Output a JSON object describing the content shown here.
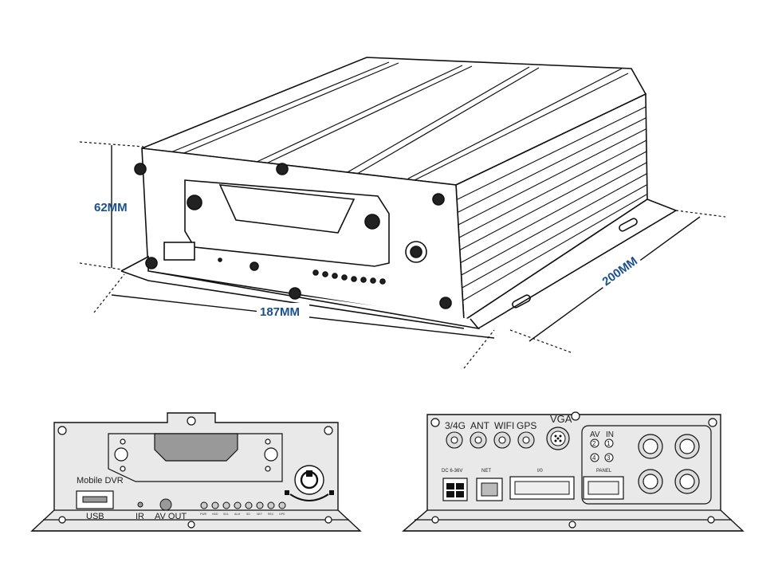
{
  "dimensions": {
    "height": "62MM",
    "width": "187MM",
    "depth": "200MM"
  },
  "front_panel": {
    "brand_label": "Mobile DVR",
    "usb_label": "USB",
    "ir_label": "IR",
    "av_out_label": "AV OUT",
    "led_labels": [
      "PWR",
      "HDD",
      "SD1",
      "ALM",
      "SD",
      "NET",
      "REC",
      "GPS"
    ],
    "lock_icon": "lock-icon",
    "unlock_icon": "unlock-icon"
  },
  "rear_panel": {
    "antenna_labels": [
      "3/4G",
      "ANT",
      "WIFI",
      "GPS"
    ],
    "vga_label": "VGA",
    "av_in_labels": {
      "av": "AV",
      "in": "IN",
      "channels": [
        "2",
        "1",
        "4",
        "3"
      ]
    },
    "dc_label": "DC 6-36V",
    "net_label": "NET",
    "io_label": "I/0",
    "panel_label": "PANEL"
  },
  "colors": {
    "line": "#111111",
    "panel_fill": "#e9e9e9",
    "panel_inner": "#dcdcdc",
    "dim_text": "#1a4f8c"
  }
}
